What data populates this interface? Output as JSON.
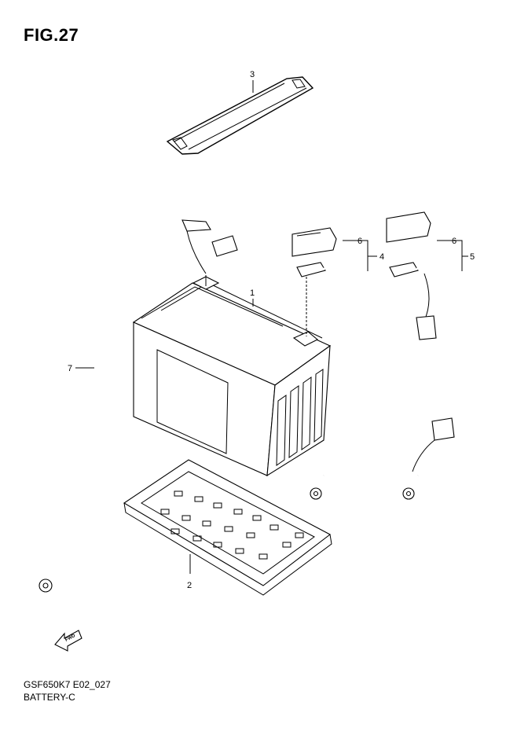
{
  "figure": {
    "title": "FIG.27"
  },
  "footer": {
    "model_code": "GSF650K7 E02_027",
    "section_name": "BATTERY-C"
  },
  "callouts": [
    {
      "id": "1",
      "label": "1"
    },
    {
      "id": "2",
      "label": "2"
    },
    {
      "id": "3",
      "label": "3"
    },
    {
      "id": "4",
      "label": "4"
    },
    {
      "id": "5",
      "label": "5"
    },
    {
      "id": "6a",
      "label": "6"
    },
    {
      "id": "6b",
      "label": "6"
    },
    {
      "id": "7",
      "label": "7"
    }
  ],
  "direction_marker": {
    "label": "FWD",
    "icon": "fwd-arrow-icon"
  }
}
